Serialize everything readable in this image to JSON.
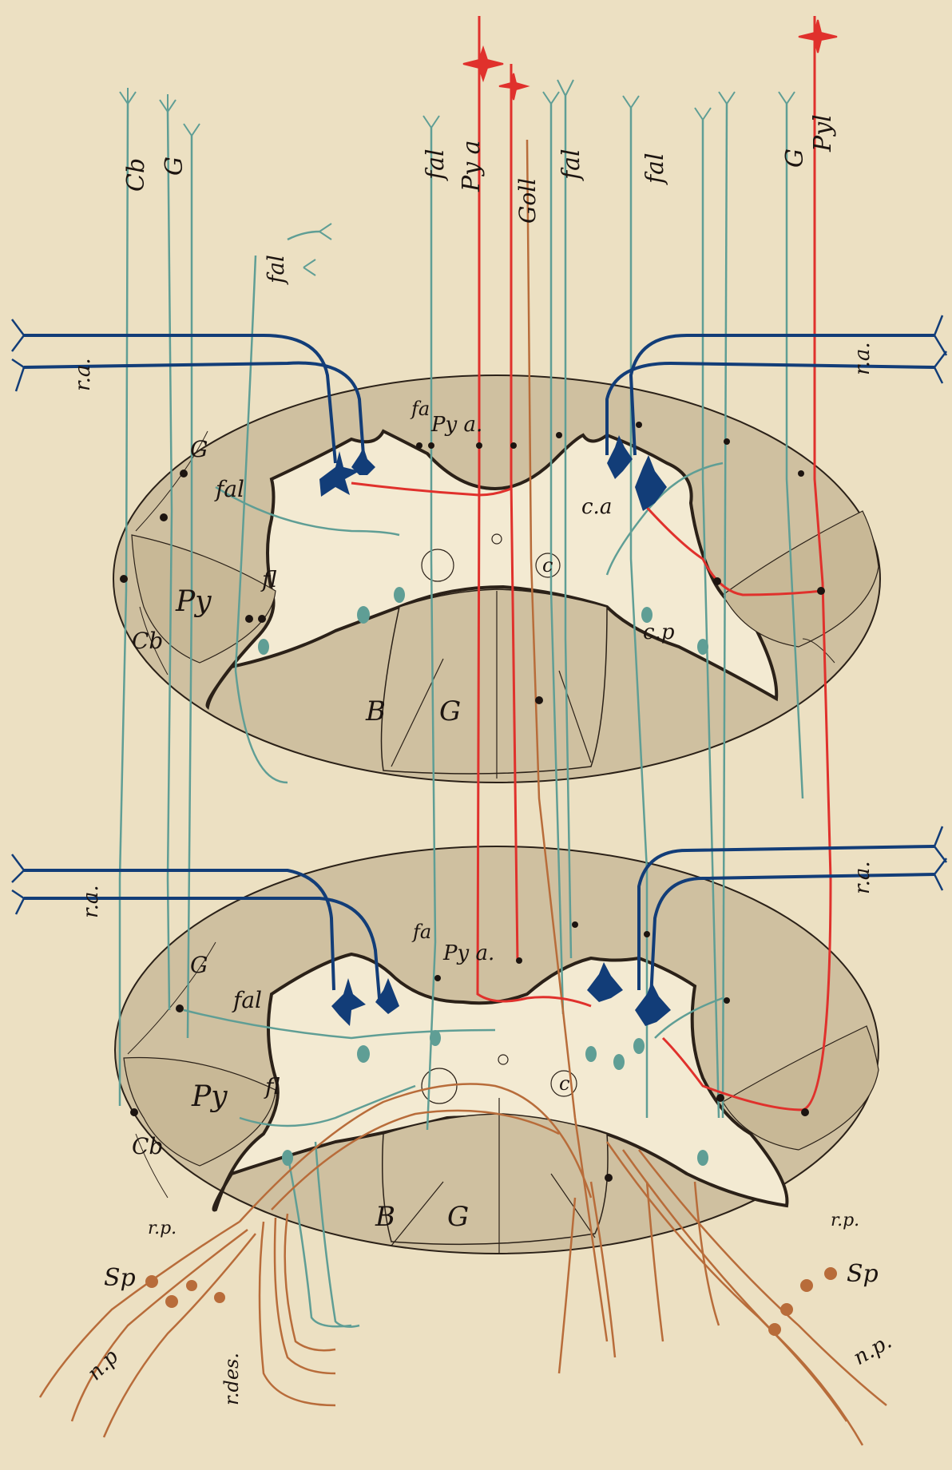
{
  "colors": {
    "paper": "#ece0c2",
    "section_fill": "#cfc0a0",
    "grey_matter": "#f3ead2",
    "outline": "#2b2118",
    "teal": "#5f9e95",
    "red": "#e0312c",
    "blue": "#123d78",
    "brown": "#b86c3a"
  },
  "labels": {
    "top": {
      "cb": "Cb",
      "g": "G",
      "fal_1": "fal",
      "py_a": "Py a",
      "goll": "Goll",
      "fal_2": "fal",
      "fal_3": "fal",
      "g_right": "G",
      "pyl": "Pyl"
    },
    "upper_section": {
      "ra_left": "r.a.",
      "ra_right": "r.a.",
      "fal_upper": "fal",
      "fa": "fa",
      "py_a": "Py a.",
      "g": "G",
      "fal": "fal",
      "fl": "fl",
      "py": "Py",
      "cb": "Cb",
      "ca": "c.a",
      "cp": "c.p",
      "c": "c",
      "b": "B",
      "g_post": "G"
    },
    "lower_section": {
      "ra_left": "r.a.",
      "ra_right": "r.a.",
      "fa": "fa",
      "py_a": "Py a.",
      "g": "G",
      "fal": "fal",
      "fl": "fl",
      "py": "Py",
      "cb": "Cb",
      "c": "c",
      "b": "B",
      "g_post": "G",
      "rp_left": "r.p.",
      "rp_right": "r.p.",
      "sp_left": "Sp",
      "sp_right": "Sp",
      "np_left": "n.p",
      "np_right": "n.p.",
      "rdes": "r.des."
    }
  }
}
